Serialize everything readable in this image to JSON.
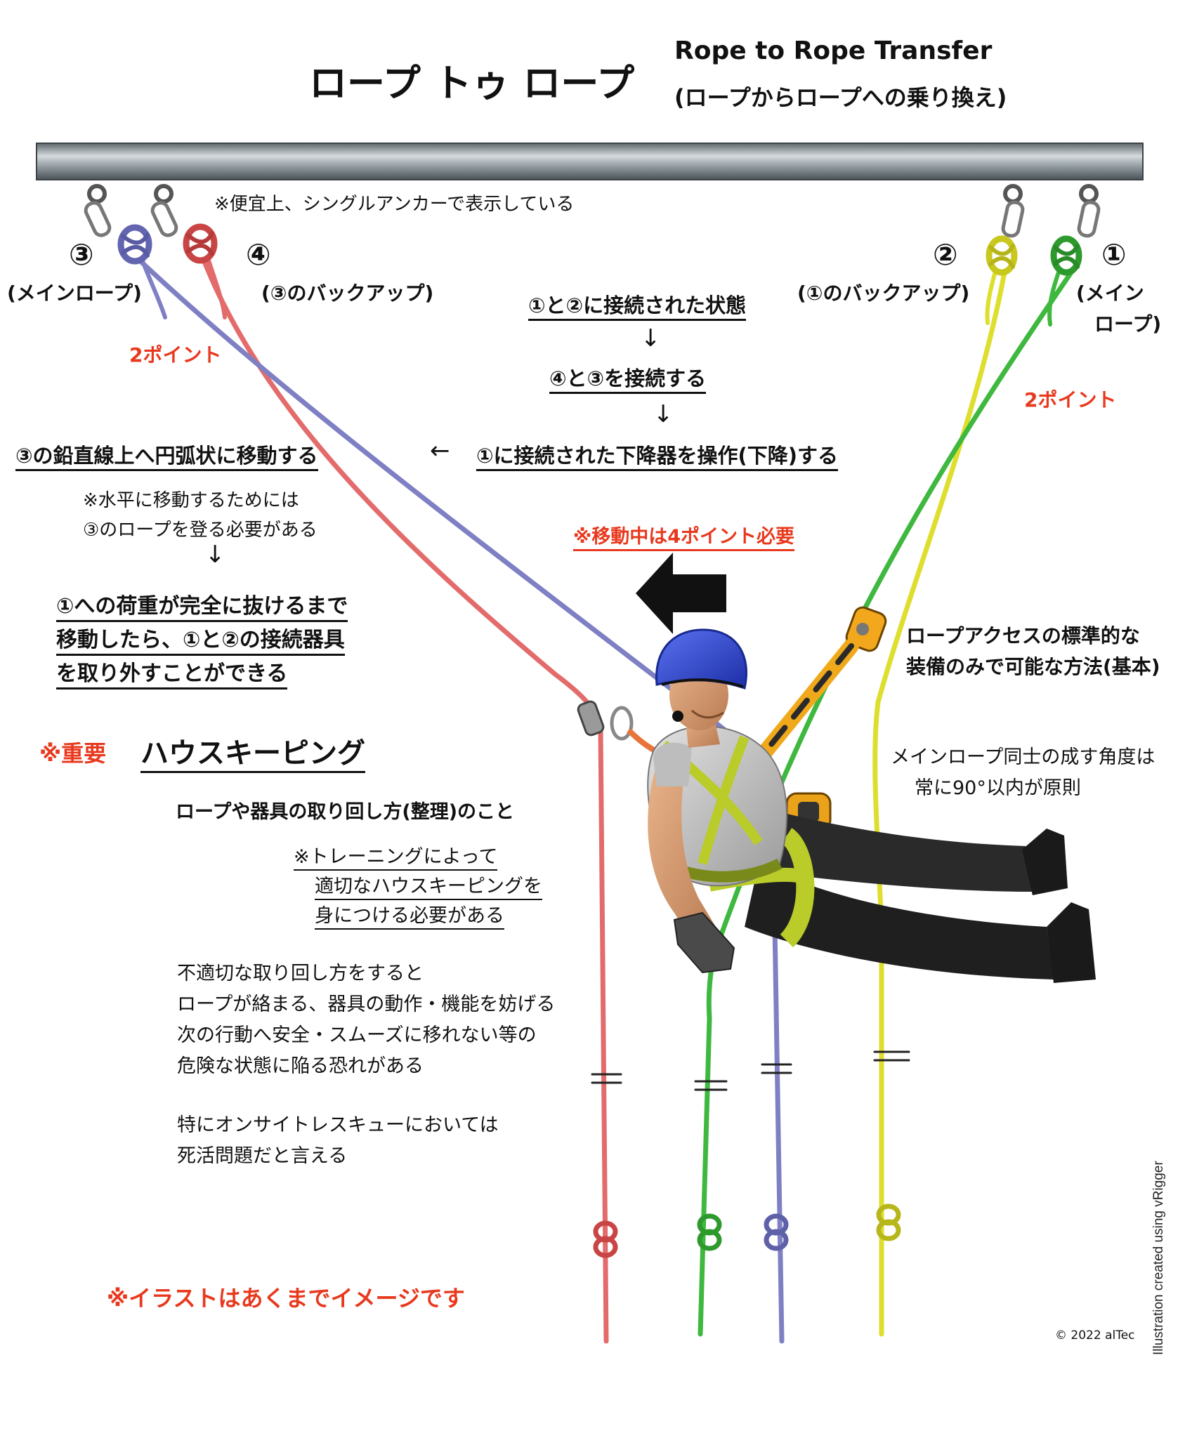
{
  "header": {
    "title_jp": "ロープ トゥ ロープ",
    "title_en": "Rope to Rope Transfer",
    "subtitle_jp": "(ロープからロープへの乗り換え)"
  },
  "anchor_note": "※便宜上、シングルアンカーで表示している",
  "ropes": {
    "r3": {
      "num": "③",
      "label": "(メインロープ)",
      "color": "#7f80c4"
    },
    "r4": {
      "num": "④",
      "label": "(③のバックアップ)",
      "color": "#e36b6b"
    },
    "r2": {
      "num": "②",
      "label": "(①のバックアップ)",
      "color": "#dede2e"
    },
    "r1": {
      "num": "①",
      "label_line1": "(メイン",
      "label_line2": "ロープ)",
      "color": "#3fb83f"
    }
  },
  "two_point_left": "2ポイント",
  "two_point_right": "2ポイント",
  "steps": {
    "step1": "①と②に接続された状態",
    "step2": "④と③を接続する",
    "step3": "①に接続された下降器を操作(下降)する",
    "step4": "③の鉛直線上へ円弧状に移動する",
    "arrow_down": "↓",
    "arrow_left": "←"
  },
  "climb_note": {
    "line1": "※水平に移動するためには",
    "line2": "③のロープを登る必要がある"
  },
  "remove_note": {
    "line1": "①への荷重が完全に抜けるまで",
    "line2": "移動したら、①と②の接続器具",
    "line3": "を取り外すことができる"
  },
  "four_point": "※移動中は4ポイント必要",
  "standard_note": {
    "line1": "ロープアクセスの標準的な",
    "line2": "装備のみで可能な方法(基本)"
  },
  "angle_note": {
    "line1": "メインロープ同士の成す角度は",
    "line2": "常に90°以内が原則"
  },
  "housekeeping": {
    "important": "※重要",
    "title": "ハウスキーピング",
    "definition": "ロープや器具の取り回し方(整理)のこと",
    "training1": "※トレーニングによって",
    "training2": "適切なハウスキーピングを",
    "training3": "身につける必要がある",
    "body1": "不適切な取り回し方をすると",
    "body2": "ロープが絡まる、器具の動作・機能を妨げる",
    "body3": "次の行動へ安全・スムーズに移れない等の",
    "body4": "危険な状態に陥る恐れがある",
    "body5": "特にオンサイトレスキューにおいては",
    "body6": "死活問題だと言える"
  },
  "image_note": "※イラストはあくまでイメージです",
  "credit_side": "Illustration created using vRigger",
  "copyright": "© 2022 alTec",
  "colors": {
    "accent_red": "#e8391e",
    "bar": "#8f989e",
    "helmet": "#2f48d8",
    "harness": "#b9cc2a",
    "shirt": "#c4c4c4",
    "pants": "#2a2a2a"
  }
}
